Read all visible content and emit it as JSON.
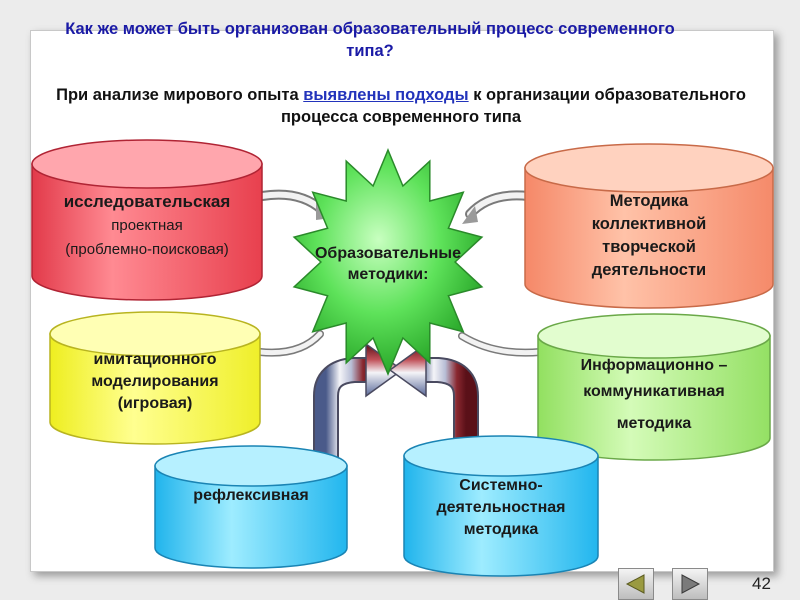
{
  "header": {
    "title": "Как же может быть организован образовательный процесс современного типа?",
    "subtitle_before": "При анализе мирового опыта ",
    "subtitle_link": "выявлены подходы",
    "subtitle_after": " к организации образовательного процесса  современного типа"
  },
  "center": {
    "label": "Образовательные методики:"
  },
  "methods": {
    "research": {
      "line1": "исследовательская",
      "line2": "проектная",
      "line3": "(проблемно-поисковая)"
    },
    "collective": {
      "line1": "Методика",
      "line2": "коллективной",
      "line3": "творческой",
      "line4": "деятельности"
    },
    "simulation": {
      "line1": "имитационного",
      "line2": "моделирования",
      "line3": "(игровая)"
    },
    "infocomm": {
      "line1": "Информационно –",
      "line2": "коммуникативная",
      "line3": "методика"
    },
    "reflexive": {
      "line1": "рефлексивная"
    },
    "systemic": {
      "line1": "Системно-",
      "line2": "деятельностная",
      "line3": "методика"
    }
  },
  "footer": {
    "page_number": "42"
  },
  "icons": {
    "prev": "triangle-left-icon",
    "next": "triangle-right-icon"
  },
  "colors": {
    "title": "#1a1aa6",
    "research": "#ff6e78",
    "collective": "#ffa98a",
    "simulation": "#ffff58",
    "infocomm": "#b8f290",
    "reflexive": "#62d4fa",
    "systemic": "#62d4fa",
    "star": "#58d858"
  }
}
